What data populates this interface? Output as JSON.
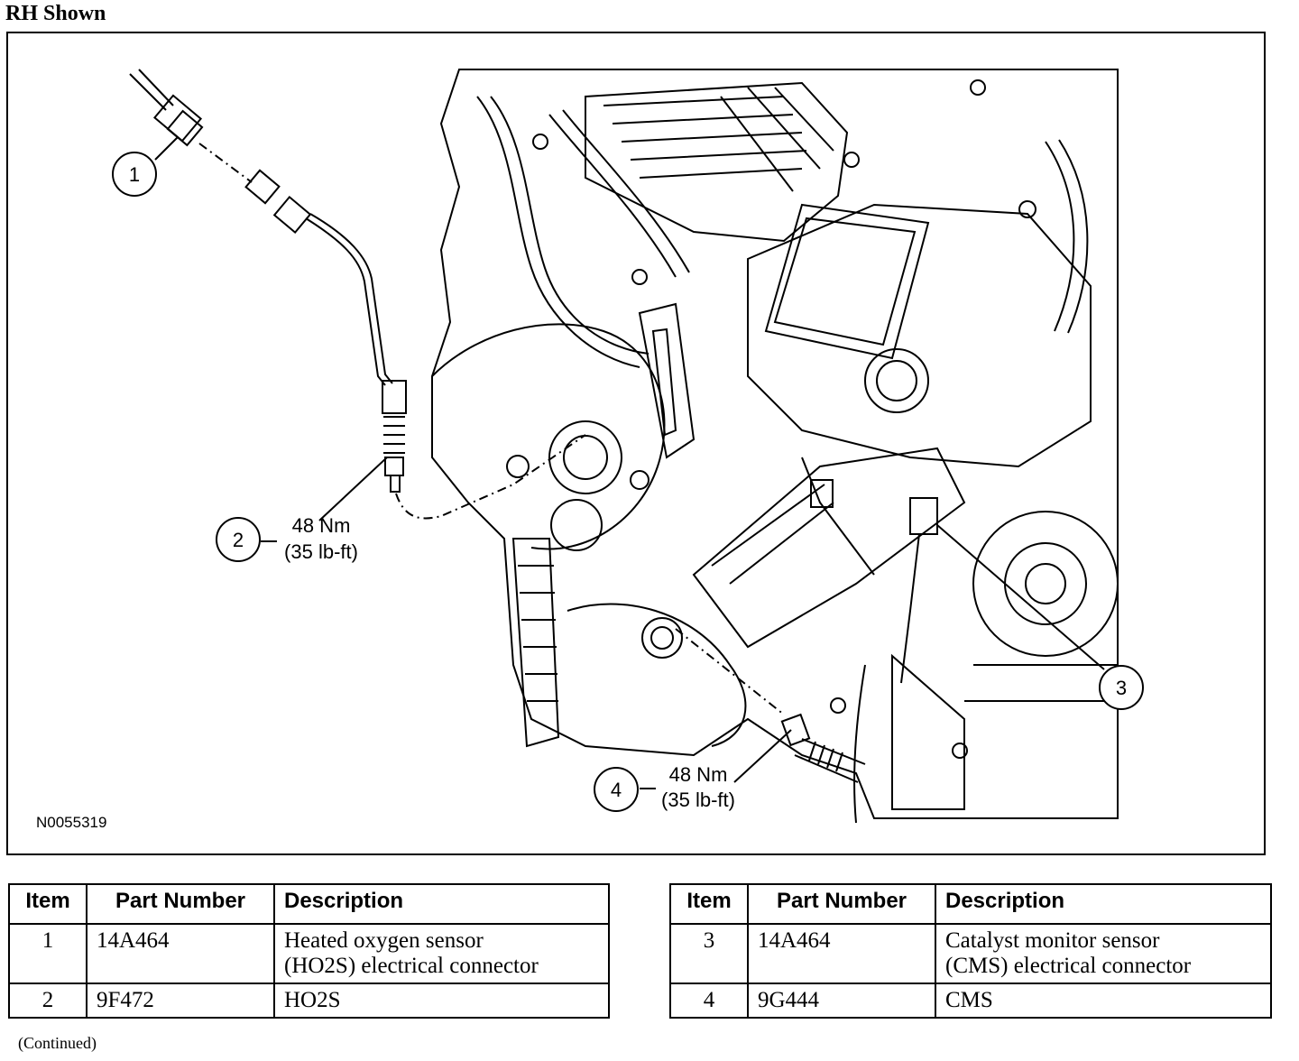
{
  "header": {
    "title": "RH Shown"
  },
  "figure": {
    "id": "N0055319",
    "callouts": [
      {
        "number": "1",
        "torque_nm": "",
        "torque_lbft": ""
      },
      {
        "number": "2",
        "torque_nm": "48 Nm",
        "torque_lbft": "(35 lb-ft)"
      },
      {
        "number": "3",
        "torque_nm": "",
        "torque_lbft": ""
      },
      {
        "number": "4",
        "torque_nm": "48 Nm",
        "torque_lbft": "(35 lb-ft)"
      }
    ]
  },
  "tables": {
    "headers": {
      "item": "Item",
      "part_number": "Part Number",
      "description": "Description"
    },
    "left_rows": [
      {
        "item": "1",
        "part_number": "14A464",
        "description_line1": "Heated oxygen sensor",
        "description_line2": "(HO2S) electrical connector"
      },
      {
        "item": "2",
        "part_number": "9F472",
        "description_line1": "HO2S",
        "description_line2": ""
      }
    ],
    "right_rows": [
      {
        "item": "3",
        "part_number": "14A464",
        "description_line1": "Catalyst monitor sensor",
        "description_line2": "(CMS) electrical connector"
      },
      {
        "item": "4",
        "part_number": "9G444",
        "description_line1": "CMS",
        "description_line2": ""
      }
    ]
  },
  "footer": {
    "note": "(Continued)"
  }
}
